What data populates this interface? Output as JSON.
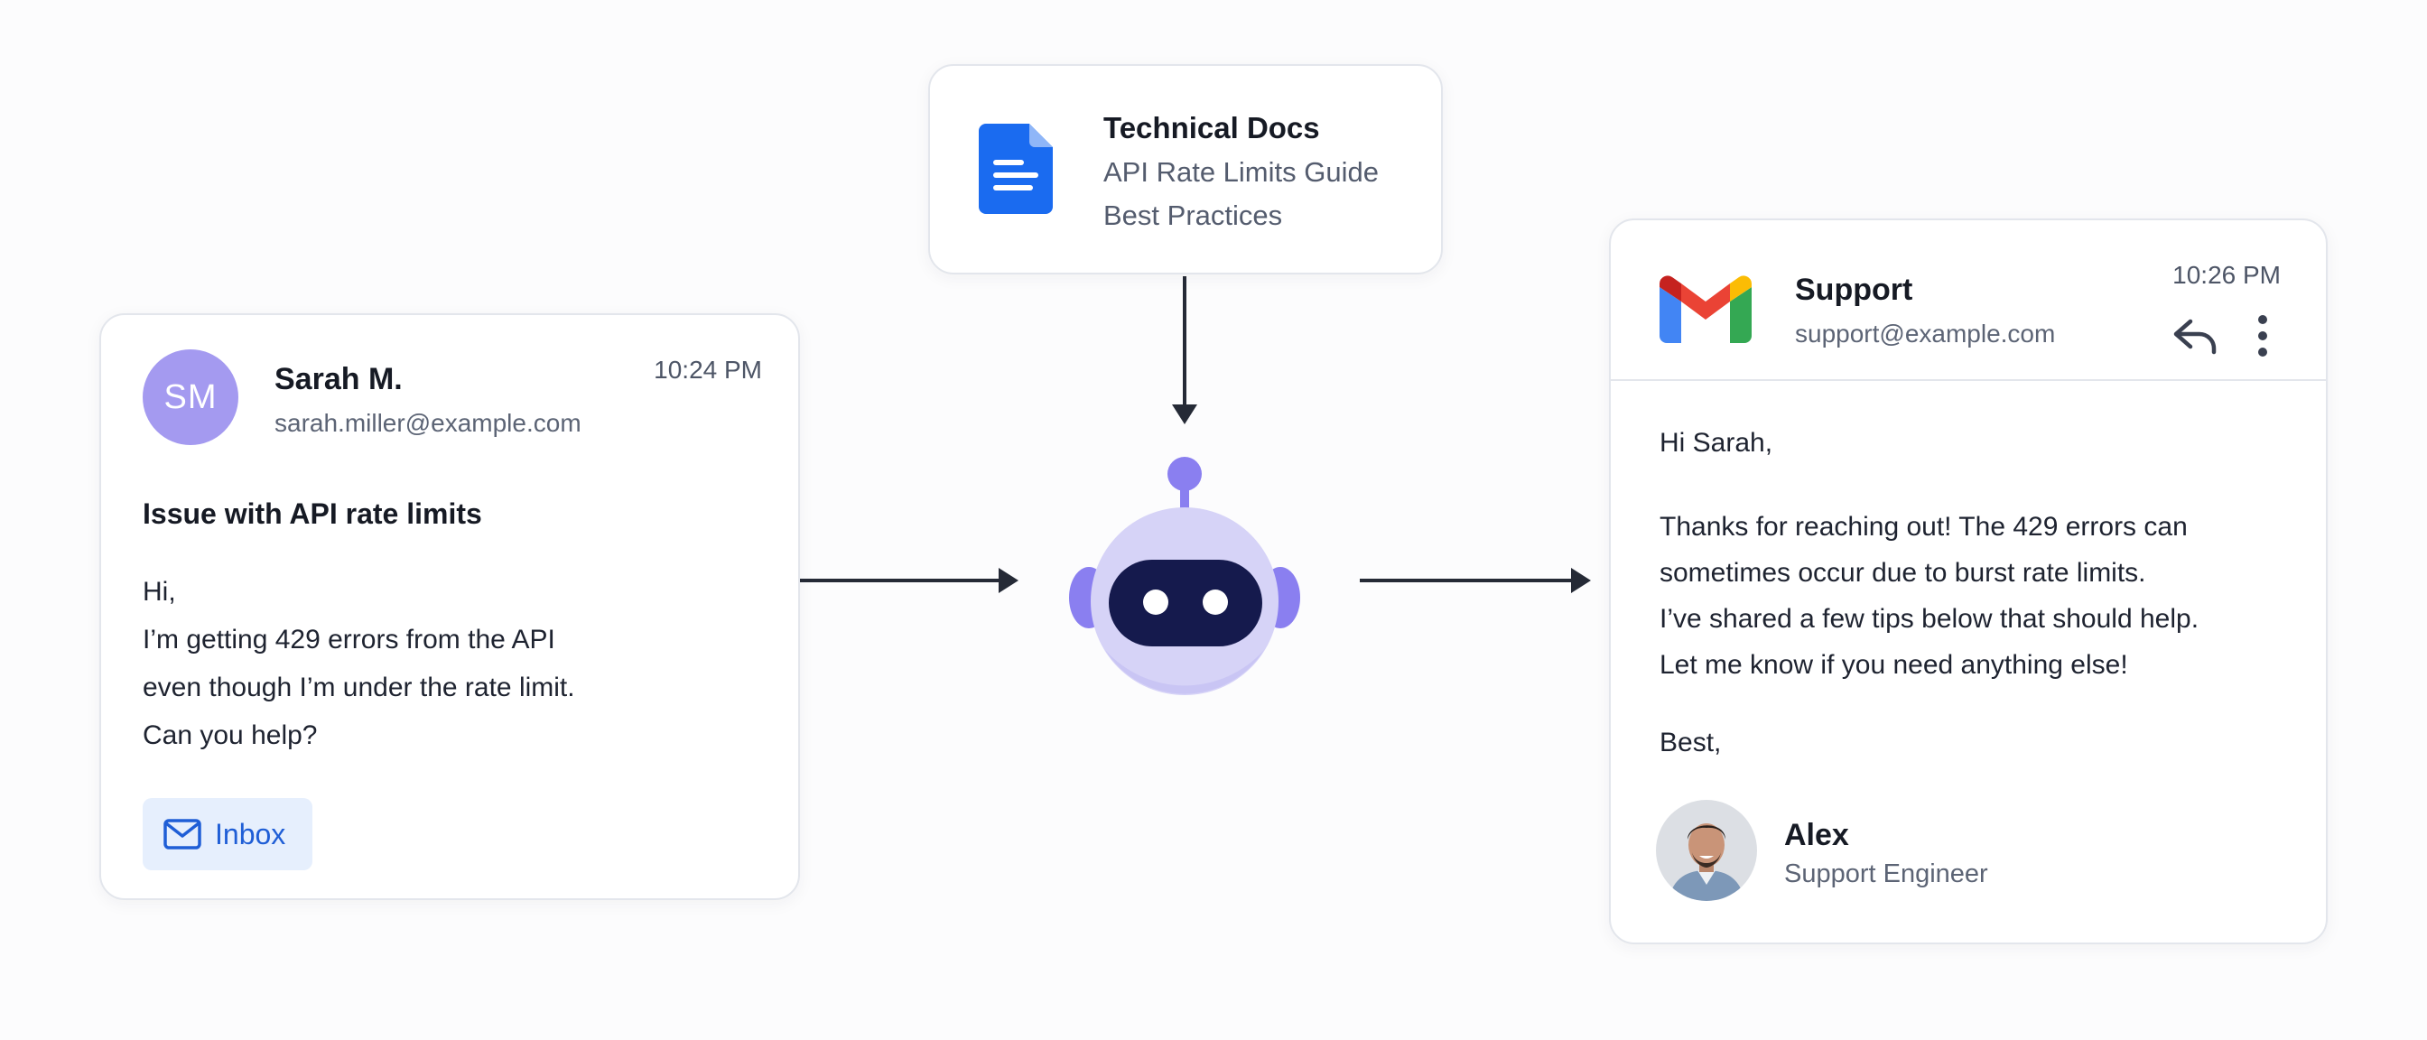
{
  "incoming_email": {
    "avatar_initials": "SM",
    "sender_name": "Sarah M.",
    "sender_email": "sarah.miller@example.com",
    "time": "10:24 PM",
    "subject": "Issue with API rate limits",
    "body_lines": [
      "Hi,",
      "I’m getting 429 errors from the API",
      "even though I’m under the rate limit.",
      "Can you help?"
    ],
    "folder_label": "Inbox",
    "avatar_color": "#a49af0"
  },
  "docs": {
    "title": "Technical Docs",
    "items": [
      "API Rate Limits Guide",
      "Best Practices"
    ],
    "icon": "document-icon",
    "icon_color": "#1a6bf0"
  },
  "agent": {
    "icon": "robot-icon",
    "color": "#8a7ff0"
  },
  "reply_email": {
    "sender_name": "Support",
    "sender_email": "support@example.com",
    "time": "10:26 PM",
    "greeting": "Hi Sarah,",
    "body_lines": [
      "Thanks for reaching out! The 429 errors can",
      "sometimes occur due to burst rate limits.",
      "I’ve shared a few tips below that should help.",
      "Let me know if you need anything else!"
    ],
    "closing": "Best,",
    "signature_name": "Alex",
    "signature_role": "Support Engineer",
    "icons": [
      "gmail-icon",
      "reply-icon",
      "more-vertical-icon"
    ]
  }
}
